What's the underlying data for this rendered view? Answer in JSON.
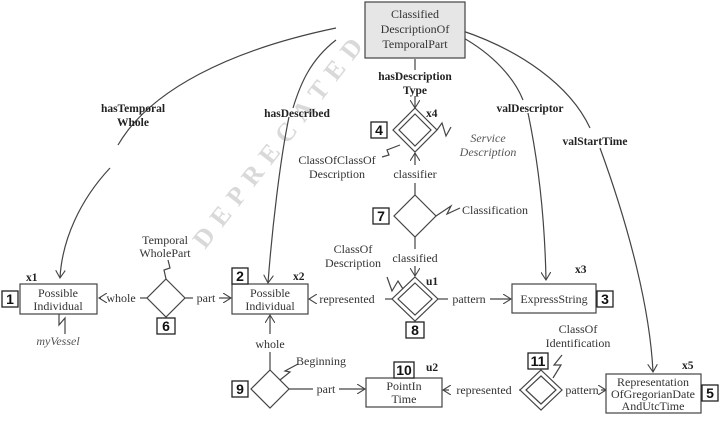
{
  "diagram": {
    "watermark": "DEPRECATED",
    "root": {
      "lines": [
        "Classified",
        "DescriptionOf",
        "TemporalPart"
      ],
      "fill": "#e6e6e6"
    },
    "entities": {
      "e1": {
        "lines": [
          "Possible",
          "Individual"
        ],
        "number": "1",
        "tag": "x1",
        "annotation": "myVessel"
      },
      "e2": {
        "lines": [
          "Possible",
          "Individual"
        ],
        "number": "2",
        "tag": "x2"
      },
      "e3": {
        "lines": [
          "ExpressString"
        ],
        "number": "3",
        "tag": "x3"
      },
      "e5": {
        "lines": [
          "Representation",
          "OfGregorianDate",
          "AndUtcTime"
        ],
        "number": "5",
        "tag": "x5"
      },
      "e10": {
        "lines": [
          "PointIn",
          "Time"
        ],
        "number": "10",
        "tag": "u2"
      }
    },
    "relationships": {
      "r4": {
        "number": "4",
        "tag": "x4",
        "type_lines": [
          "ClassOfClassOf",
          "Description"
        ],
        "annotation_lines": [
          "Service",
          "Description"
        ]
      },
      "r6": {
        "number": "6",
        "type_lines": [
          "Temporal",
          "WholePart"
        ]
      },
      "r7": {
        "number": "7",
        "type_lines": [
          "Classification"
        ]
      },
      "r8": {
        "number": "8",
        "tag": "u1",
        "type_lines": [
          "ClassOf",
          "Description"
        ]
      },
      "r9": {
        "number": "9",
        "type_lines": [
          "Beginning"
        ]
      },
      "r11": {
        "number": "11",
        "type_lines": [
          "ClassOf",
          "Identification"
        ]
      }
    },
    "role_labels": {
      "whole_6": "whole",
      "part_6": "part",
      "classifier": "classifier",
      "classified": "classified",
      "represented_8": "represented",
      "pattern_8": "pattern",
      "whole_9": "whole",
      "part_9": "part",
      "represented_11": "represented",
      "pattern_11": "pattern"
    },
    "attributes": {
      "hasTemporalWhole": [
        "hasTemporal",
        "Whole"
      ],
      "hasDescribed": "hasDescribed",
      "hasDescriptionType": [
        "hasDescription",
        "Type"
      ],
      "valDescriptor": "valDescriptor",
      "valStartTime": "valStartTime"
    }
  }
}
